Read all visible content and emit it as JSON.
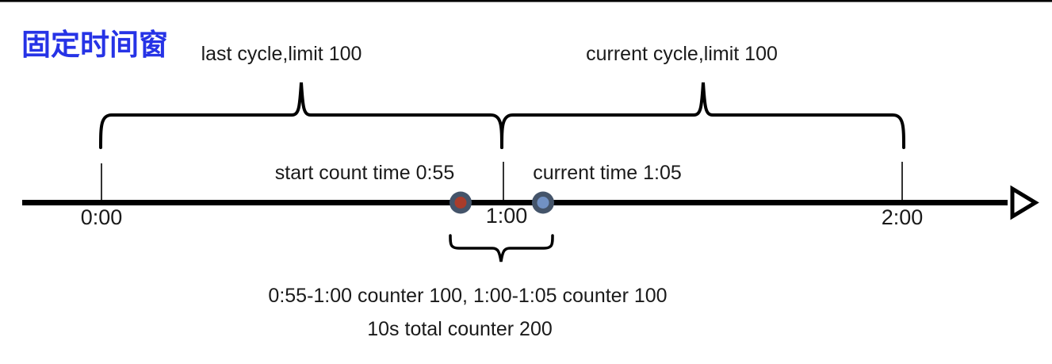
{
  "title": "固定时间窗",
  "colors": {
    "title_blue": "#2633e6",
    "line_black": "#000000",
    "dot_ring": "#44546a",
    "dot_red": "#a93c2b",
    "dot_blue": "#7191c4"
  },
  "cycles": {
    "last_cycle_label": "last cycle,limit 100",
    "current_cycle_label": "current cycle,limit 100"
  },
  "timeline": {
    "tick_labels": [
      "0:00",
      "1:00",
      "2:00"
    ],
    "start_count_label": "start count time 0:55",
    "current_time_label": "current time 1:05"
  },
  "annotations": {
    "counter_summary": "0:55-1:00 counter 100, 1:00-1:05 counter 100",
    "total_counter": "10s total counter 200"
  }
}
